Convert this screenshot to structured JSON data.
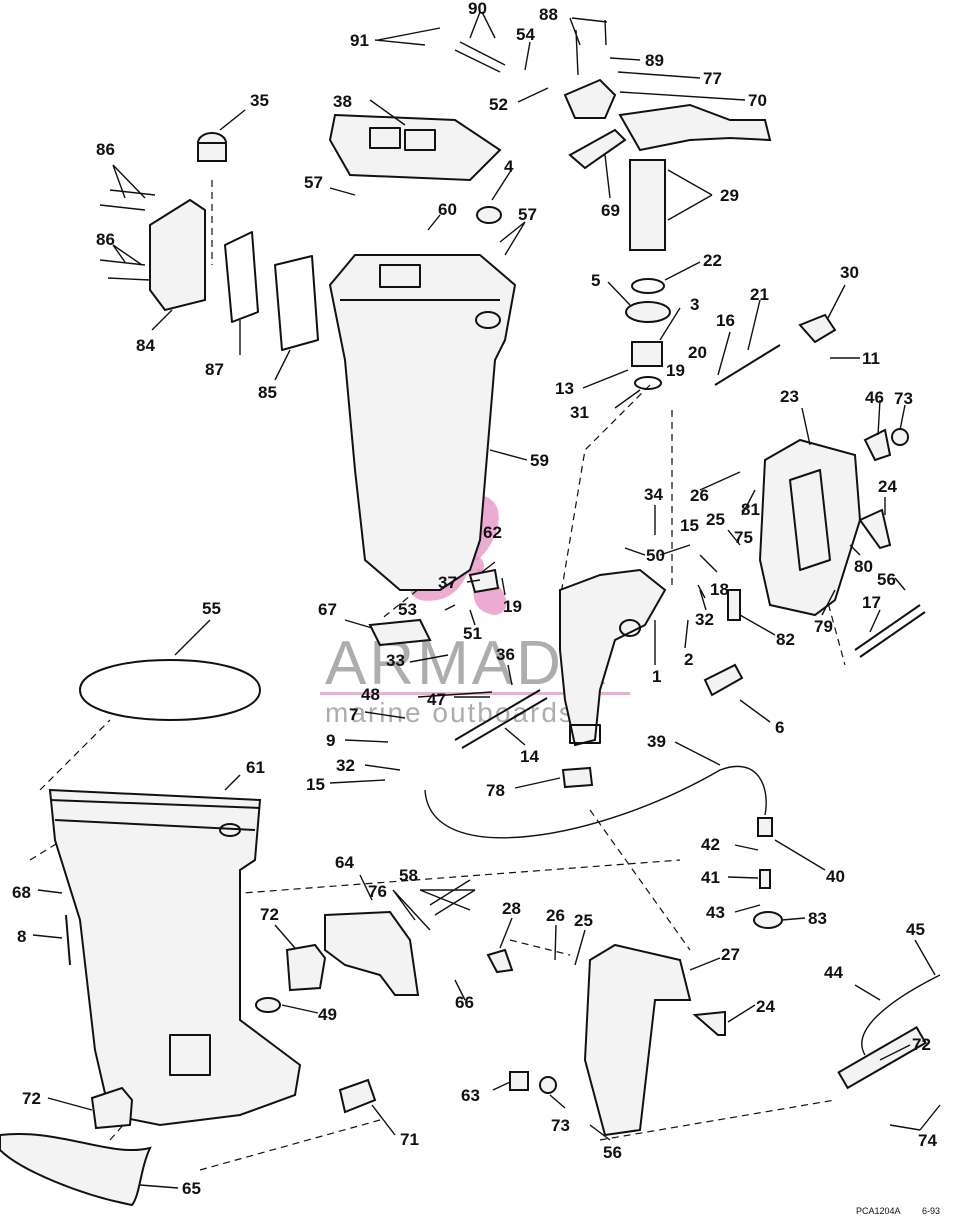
{
  "diagram": {
    "footer_left": "PCA1204A",
    "footer_right": "6-93",
    "watermark": {
      "brand": "ARMADA",
      "tagline": "marine outboards",
      "color": "#e58fc2"
    },
    "callouts": {
      "c1": "1",
      "c2": "2",
      "c3": "3",
      "c4": "4",
      "c5": "5",
      "c6": "6",
      "c7": "7",
      "c8": "8",
      "c9": "9",
      "c11": "11",
      "c13": "13",
      "c14": "14",
      "c15a": "15",
      "c15b": "15",
      "c16": "16",
      "c17": "17",
      "c18": "18",
      "c19a": "19",
      "c19b": "19",
      "c20": "20",
      "c21": "21",
      "c22": "22",
      "c23": "23",
      "c24a": "24",
      "c24b": "24",
      "c25a": "25",
      "c25b": "25",
      "c26a": "26",
      "c26b": "26",
      "c27": "27",
      "c28": "28",
      "c29": "29",
      "c30": "30",
      "c31": "31",
      "c32a": "32",
      "c32b": "32",
      "c33": "33",
      "c34": "34",
      "c35": "35",
      "c36": "36",
      "c37": "37",
      "c38": "38",
      "c39": "39",
      "c40": "40",
      "c41": "41",
      "c42": "42",
      "c43": "43",
      "c44": "44",
      "c45": "45",
      "c46": "46",
      "c47": "47",
      "c48": "48",
      "c49": "49",
      "c50": "50",
      "c51": "51",
      "c52": "52",
      "c53": "53",
      "c54": "54",
      "c55": "55",
      "c56a": "56",
      "c56b": "56",
      "c57a": "57",
      "c57b": "57",
      "c58": "58",
      "c59": "59",
      "c60": "60",
      "c61": "61",
      "c62": "62",
      "c63": "63",
      "c64": "64",
      "c65": "65",
      "c66": "66",
      "c67": "67",
      "c68": "68",
      "c69": "69",
      "c70": "70",
      "c71": "71",
      "c72a": "72",
      "c72b": "72",
      "c72c": "72",
      "c73a": "73",
      "c73b": "73",
      "c74": "74",
      "c75": "75",
      "c76": "76",
      "c77": "77",
      "c78": "78",
      "c79": "79",
      "c80": "80",
      "c81": "81",
      "c82": "82",
      "c83": "83",
      "c84": "84",
      "c85": "85",
      "c86a": "86",
      "c86b": "86",
      "c87": "87",
      "c88": "88",
      "c89": "89",
      "c90": "90",
      "c91": "91"
    }
  }
}
